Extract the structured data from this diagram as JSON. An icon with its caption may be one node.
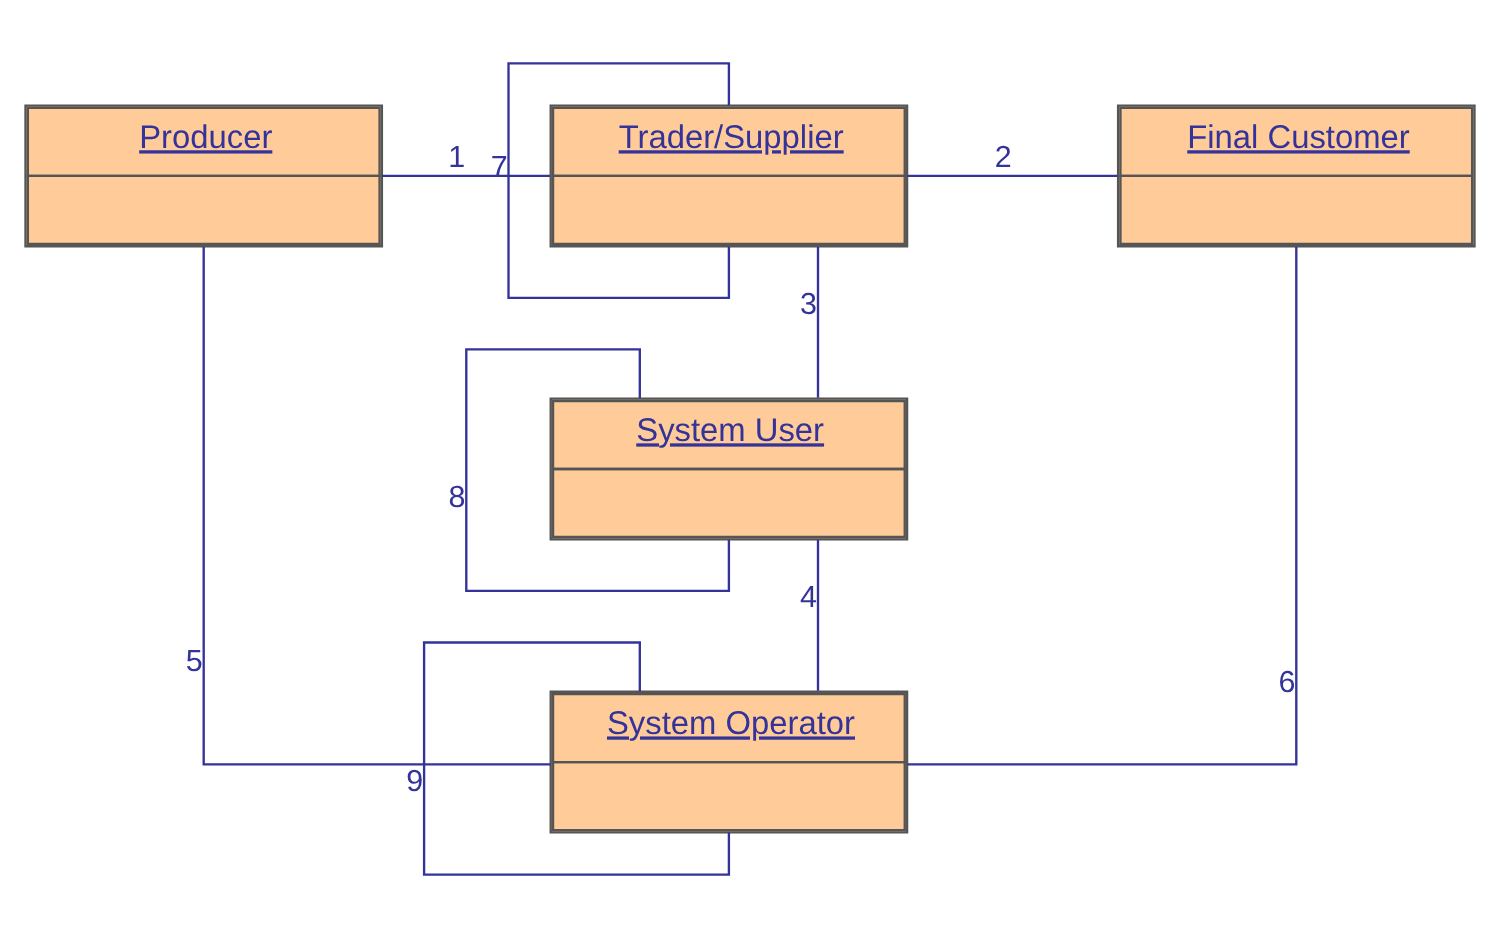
{
  "diagram": {
    "nodes": [
      {
        "text": [
          "Producer"
        ]
      },
      {
        "text": [
          "Trader/Supplier"
        ]
      },
      {
        "text": [
          "Final Customer"
        ]
      },
      {
        "text": [
          "System User"
        ]
      },
      {
        "text": [
          "System Operator"
        ]
      }
    ],
    "edges": [
      {
        "from": 0,
        "to": 1,
        "arrow": "none",
        "label": "1"
      },
      {
        "from": 1,
        "to": 2,
        "arrow": "none",
        "label": "2"
      },
      {
        "from": 1,
        "to": 3,
        "arrow": "none",
        "label": "3"
      },
      {
        "from": 3,
        "to": 4,
        "arrow": "none",
        "label": "4"
      },
      {
        "from": 0,
        "to": 4,
        "arrow": "none",
        "label": "5"
      },
      {
        "from": 2,
        "to": 4,
        "arrow": "none",
        "label": "6"
      },
      {
        "from": 1,
        "to": 1,
        "arrow": "none",
        "label": "7"
      },
      {
        "from": 3,
        "to": 3,
        "arrow": "none",
        "label": "8"
      },
      {
        "from": 4,
        "to": 4,
        "arrow": "none",
        "label": "9"
      }
    ]
  }
}
